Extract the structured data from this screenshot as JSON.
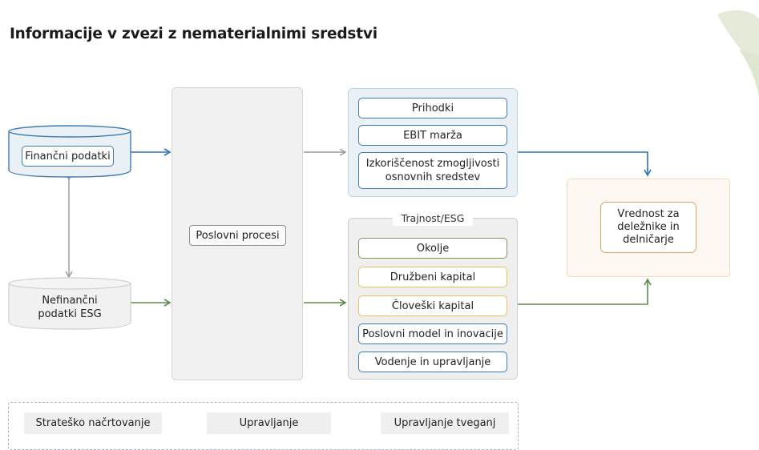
{
  "title": "Informacije v zvezi z nematerialnimi sredstvi",
  "sources": {
    "financial": "Finančni podatki",
    "nonfinancial_line1": "Nefinančni",
    "nonfinancial_line2": "podatki ESG"
  },
  "process": {
    "label": "Poslovni procesi"
  },
  "financial_metrics": {
    "items": [
      "Prihodki",
      "EBIT marža"
    ],
    "capacity_line1": "Izkoriščenost zmogljivosti",
    "capacity_line2": "osnovnih sredstev"
  },
  "esg": {
    "header": "Trajnost/ESG",
    "items": [
      "Okolje",
      "Družbeni kapital",
      "Človeški kapital",
      "Poslovni model in inovacije",
      "Vodenje in upravljanje"
    ]
  },
  "value": {
    "line1": "Vrednost za",
    "line2": "deležnike in",
    "line3": "delničarje"
  },
  "bottom": [
    "Strateško načrtovanje",
    "Upravljanje",
    "Upravljanje tveganj"
  ],
  "colors": {
    "blue_arrow": "#2f72ae",
    "green_arrow": "#5e8a4c",
    "gray_arrow": "#9a9a9a"
  }
}
